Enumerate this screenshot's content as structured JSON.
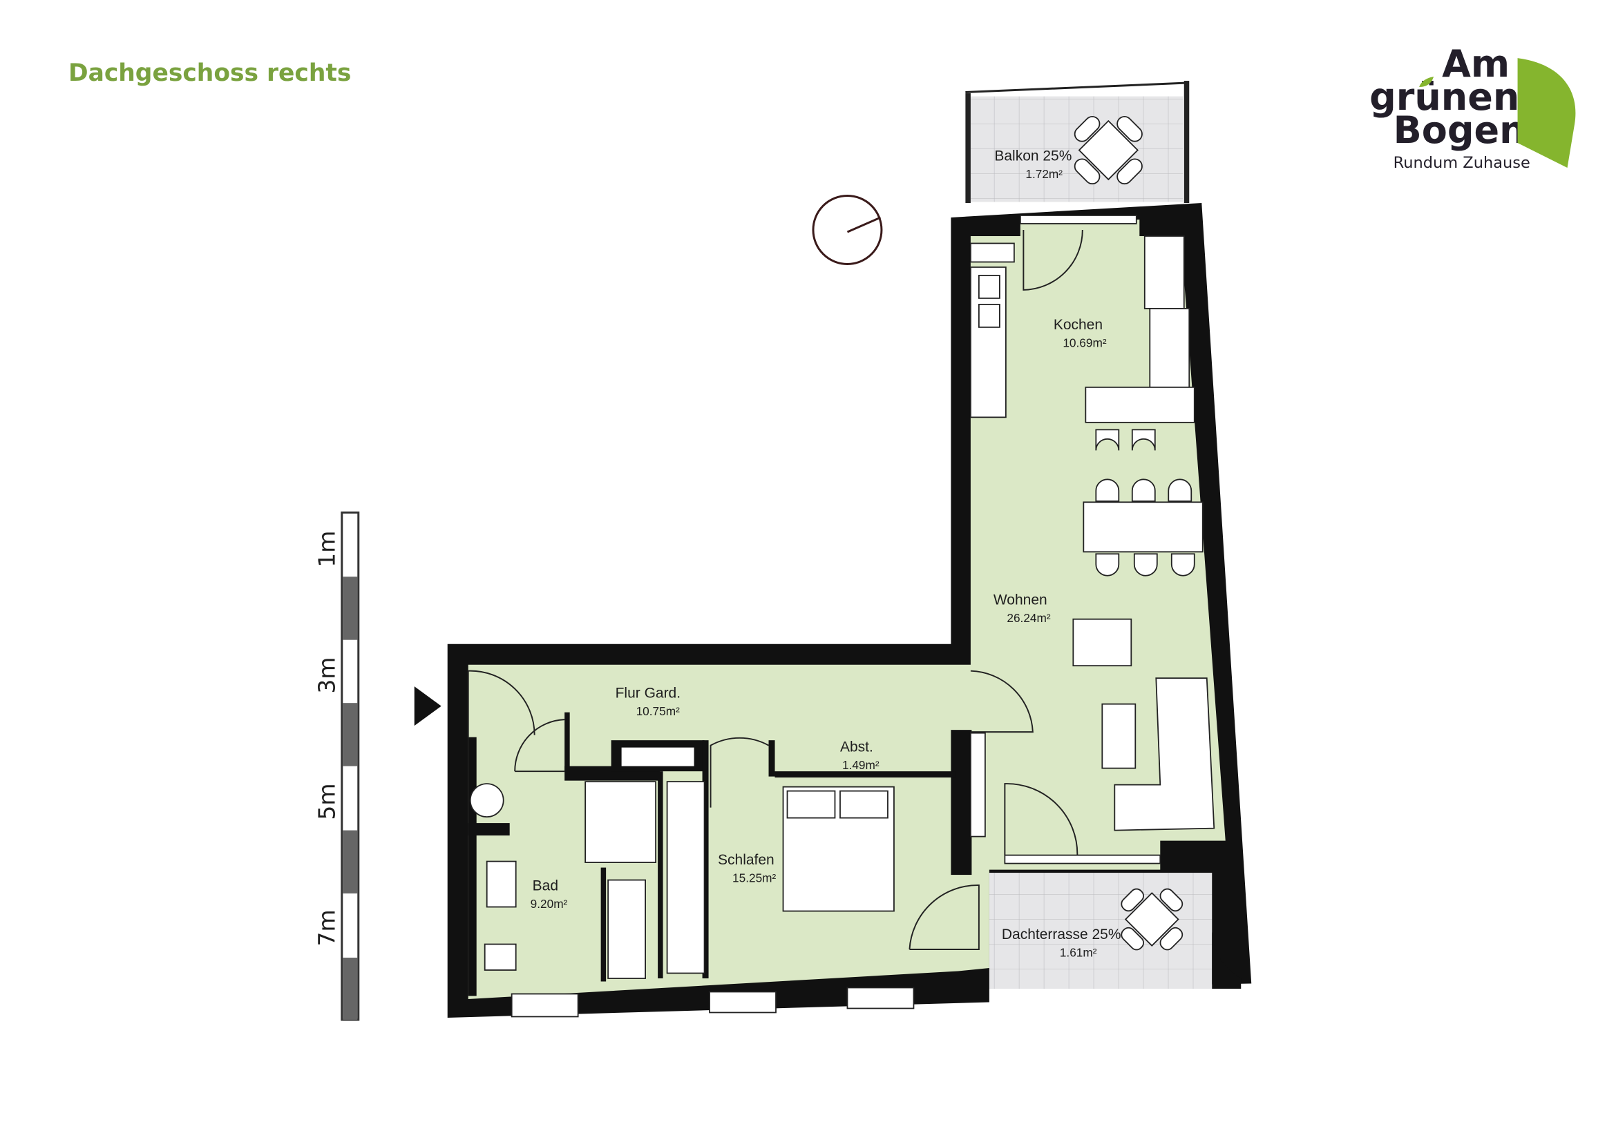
{
  "title": "Dachgeschoss rechts",
  "logo": {
    "line1": "Am",
    "line2": "grünen",
    "line3": "Bogen",
    "tagline": "Rundum Zuhause"
  },
  "scale_bar": {
    "labels": [
      "1m",
      "3m",
      "5m",
      "7m"
    ]
  },
  "rooms": {
    "balkon": {
      "name": "Balkon 25%",
      "area": "1.72m²"
    },
    "kochen": {
      "name": "Kochen",
      "area": "10.69m²"
    },
    "wohnen": {
      "name": "Wohnen",
      "area": "26.24m²"
    },
    "flur": {
      "name": "Flur Gard.",
      "area": "10.75m²"
    },
    "abst": {
      "name": "Abst.",
      "area": "1.49m²"
    },
    "schlafen": {
      "name": "Schlafen",
      "area": "15.25m²"
    },
    "bad": {
      "name": "Bad",
      "area": "9.20m²"
    },
    "dachterrasse": {
      "name": "Dachterrasse 25%",
      "area": "1.61m²"
    }
  },
  "colors": {
    "title": "#7aa23f",
    "room_fill": "#dbe8c6",
    "outdoor_fill": "#e6e6e8",
    "wall": "#111111",
    "logo_leaf": "#85b52e",
    "logo_text": "#231f2a"
  }
}
